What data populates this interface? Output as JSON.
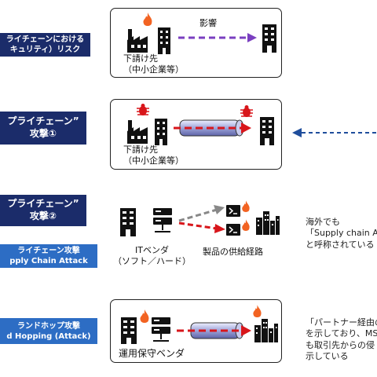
{
  "labels": {
    "l1": [
      "ライチェーンにおける",
      "キュリティ）リスク"
    ],
    "l2": [
      "プライチェーン”",
      "攻撃①"
    ],
    "l3": [
      "プライチェーン”",
      "攻撃②"
    ],
    "l4": [
      "ライチェーン攻撃",
      "pply Chain Attack"
    ],
    "l5": [
      "ランドホップ攻撃",
      "d Hopping (Attack)"
    ]
  },
  "panel1": {
    "influence": "影響",
    "subcontractor": [
      "下請け先",
      "（中小企業等）"
    ]
  },
  "panel2": {
    "subcontractor": [
      "下請け先",
      "（中小企業等）"
    ]
  },
  "panel3": {
    "vendor": [
      "ITベンダ",
      "（ソフト／ハード）"
    ],
    "route": "製品の供給経路"
  },
  "panel4": {
    "vendor": "運用保守ベンダ"
  },
  "notes": {
    "note1": [
      "海外でも",
      "「Supply chain At",
      "と呼称されている"
    ],
    "note2": [
      "「パートナー経由の",
      "を示しており、MS",
      "も取引先からの侵",
      "示している"
    ]
  },
  "colors": {
    "navy": "#1b2c6a",
    "blue": "#2d6dc4",
    "purple": "#7a3fc0",
    "red": "#d8161b",
    "fire": "#f26322",
    "gray": "#888888",
    "dashed_blue": "#1f4e9c"
  }
}
